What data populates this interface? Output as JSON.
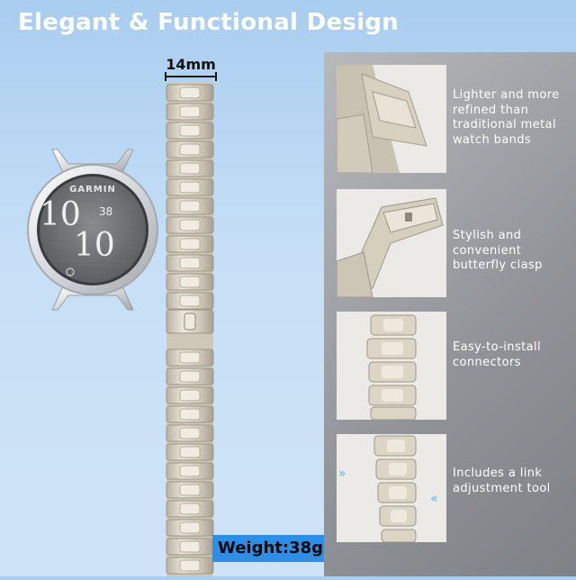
{
  "headline": "Elegant & Functional Design",
  "watch": {
    "brand": "GARMIN",
    "hour": "10",
    "minute": "10",
    "seconds": "38"
  },
  "band": {
    "width_label": "14mm",
    "weight_label": "Weight:38g"
  },
  "features": [
    {
      "text": "Lighter and more refined than traditional metal watch bands",
      "icon": "band-closeup"
    },
    {
      "text": "Stylish and convenient butterfly clasp",
      "icon": "butterfly-clasp"
    },
    {
      "text": "Easy-to-install connectors",
      "icon": "connector"
    },
    {
      "text": "Includes a link adjustment tool",
      "icon": "link-tool"
    }
  ],
  "colors": {
    "background": "#c3dcf5",
    "panel": "#9a9da1",
    "metal": "#d8d0c0",
    "badge": "#2f8de4",
    "arrow": "#4fb9e8"
  }
}
